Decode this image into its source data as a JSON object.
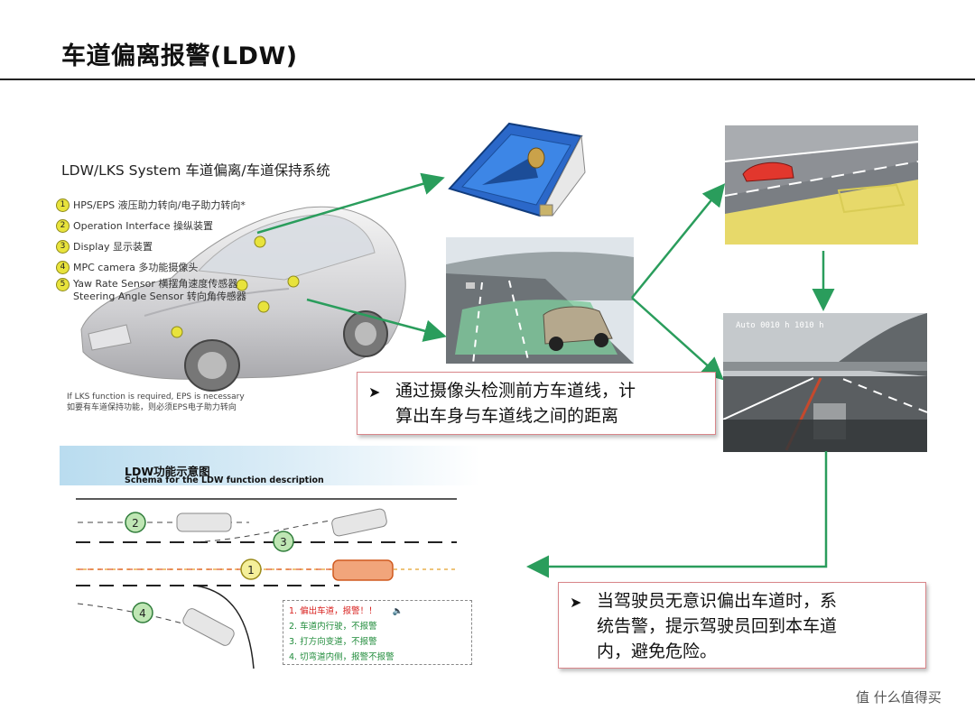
{
  "header": {
    "title": "车道偏离报警(LDW)"
  },
  "system_panel": {
    "title": "LDW/LKS System 车道偏离/车道保持系统",
    "items": [
      {
        "num": "1",
        "text": "HPS/EPS 液压助力转向/电子助力转向*"
      },
      {
        "num": "2",
        "text": "Operation Interface 操纵装置"
      },
      {
        "num": "3",
        "text": "Display 显示装置"
      },
      {
        "num": "4",
        "text": "MPC camera 多功能摄像头"
      },
      {
        "num": "5",
        "text": "Yaw Rate Sensor 横摆角速度传感器",
        "text2": "Steering Angle Sensor 转向角传感器"
      }
    ],
    "note_line1": "If LKS function is required, EPS is necessary",
    "note_line2": "如要有车道保持功能，则必须EPS电子助力转向"
  },
  "callout1": {
    "line1": "通过摄像头检测前方车道线，计",
    "line2": "算出车身与车道线之间的距离"
  },
  "callout2": {
    "line1": "当驾驶员无意识偏出车道时，系",
    "line2": "统告警，提示驾驶员回到本车道",
    "line3": "内，避免危险。"
  },
  "ldw_diagram": {
    "title": "LDW功能示意图",
    "subtitle": "Schema for the LDW function description",
    "markers": [
      "1",
      "2",
      "3",
      "4"
    ],
    "warnings": [
      {
        "n": "1.",
        "text": "偏出车道，报警！！"
      },
      {
        "n": "2.",
        "text": "车道内行驶，不报警"
      },
      {
        "n": "3.",
        "text": "打方向变道，不报警"
      },
      {
        "n": "4.",
        "text": "切弯道内侧，报警不报警"
      }
    ]
  },
  "screen_overlay": {
    "text": "Auto 0010 h  1010 h"
  },
  "watermark": {
    "text": "值 什么值得买"
  },
  "colors": {
    "arrow_green": "#2a9d5c",
    "callout_border": "#d9868a",
    "warn_red": "#d8201e",
    "warn_green": "#1f8b3a"
  }
}
